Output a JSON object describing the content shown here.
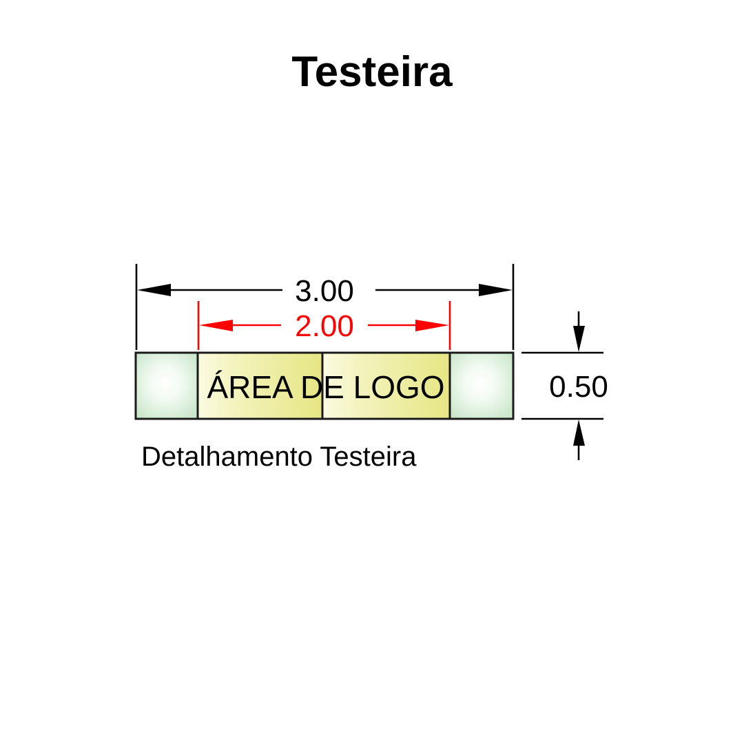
{
  "drawing": {
    "title": "Testeira",
    "caption": "Detalhamento Testeira",
    "part_label": "ÁREA DE LOGO",
    "dimensions": {
      "overall_width": "3.00",
      "logo_area_width": "2.00",
      "height": "0.50"
    },
    "colors": {
      "end_cap_fill": "#cce8cc",
      "logo_fill": "#e8e88c",
      "highlight": "#ffffff",
      "outline": "#1a1a1a",
      "dimension_primary": "#000000",
      "dimension_secondary": "#ff0000",
      "background": "#ffffff"
    }
  }
}
